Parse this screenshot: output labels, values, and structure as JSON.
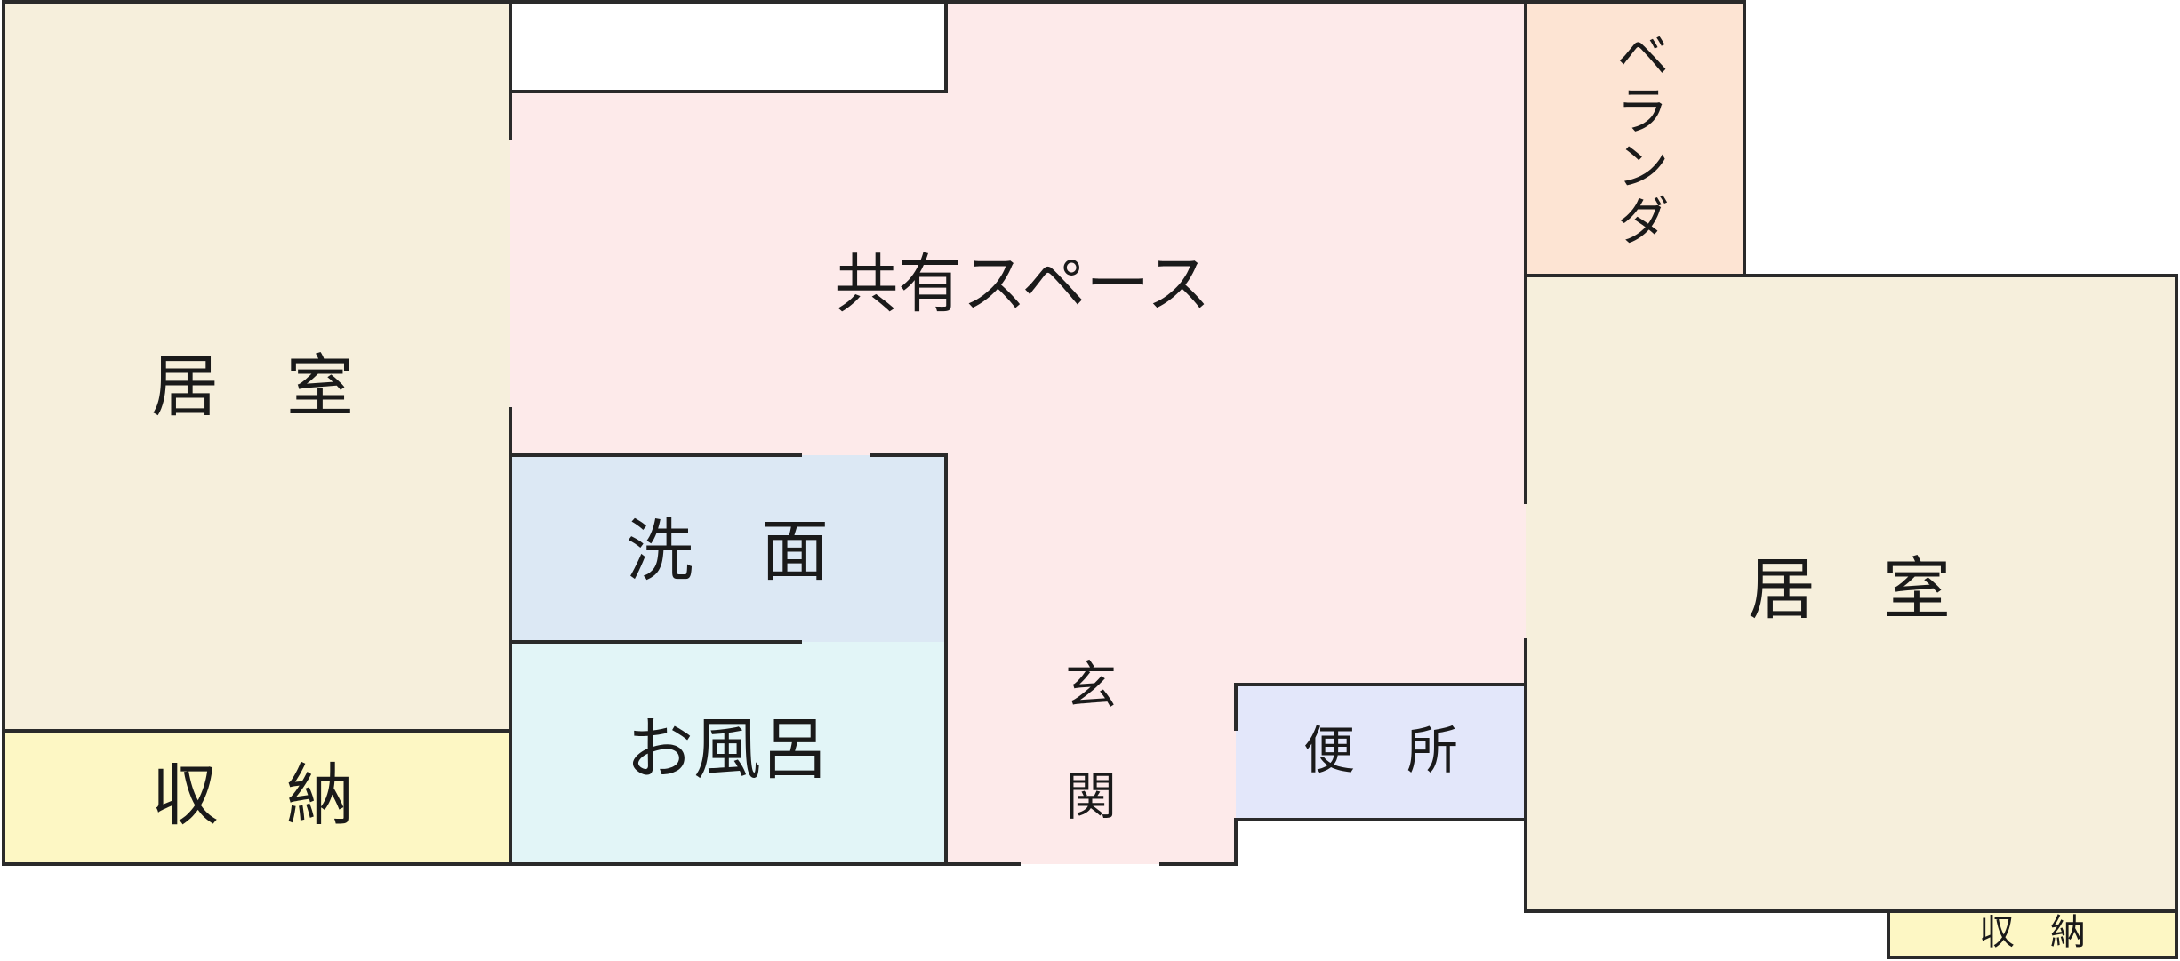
{
  "colors": {
    "room": "#f6efdc",
    "storage": "#fdf7c4",
    "shared": "#fdeaea",
    "veranda": "#fde4d3",
    "washroom": "#dce8f4",
    "bath": "#e2f5f7",
    "toilet": "#e3e7fa",
    "wall": "#2a2a2a",
    "text": "#1a1a1a"
  },
  "rooms": {
    "room_left": {
      "label": "居　室"
    },
    "storage_left": {
      "label": "収　納"
    },
    "shared_space": {
      "label": "共有スペース"
    },
    "veranda": {
      "label": "ベランダ"
    },
    "washroom": {
      "label": "洗　面"
    },
    "bath": {
      "label": "お風呂"
    },
    "entrance": {
      "label_top": "玄",
      "label_bottom": "関"
    },
    "toilet": {
      "label": "便　所"
    },
    "room_right": {
      "label": "居　室"
    },
    "storage_right": {
      "label": "収　納"
    }
  }
}
